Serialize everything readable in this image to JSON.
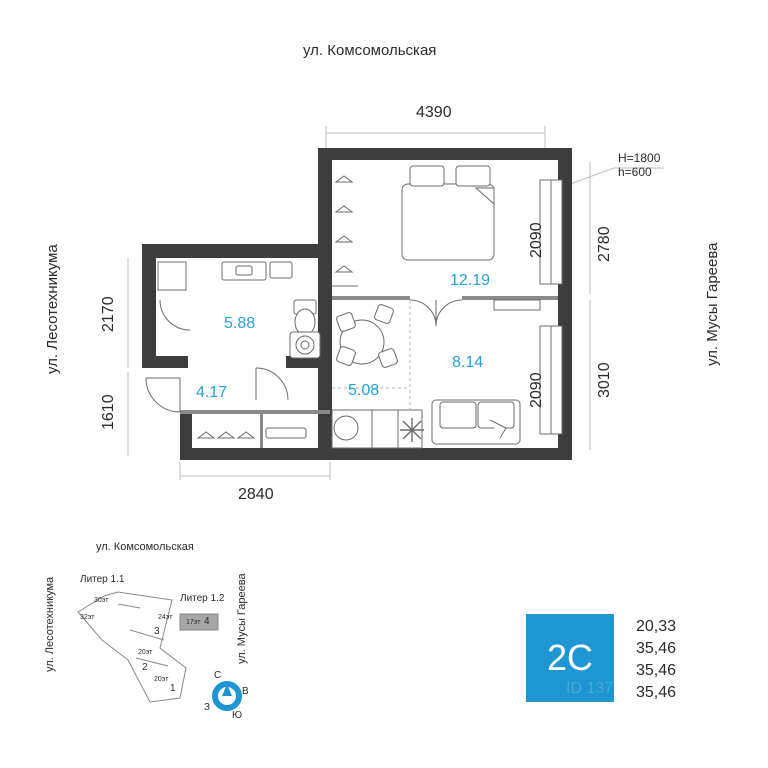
{
  "streets": {
    "top": "ул. Комсомольская",
    "left": "ул. Лесотехникума",
    "right": "ул. Мусы Гареева"
  },
  "dimensions": {
    "top_width": "4390",
    "bottom_width": "2840",
    "left_upper": "2170",
    "left_lower": "1610",
    "right_upper": "2780",
    "right_lower": "3010",
    "bedroom_window": "2090",
    "living_window": "2090",
    "window_h_upper": "H=1800",
    "window_h_lower": "h=600"
  },
  "rooms": {
    "bedroom": "12.19",
    "bathroom": "5.88",
    "hall": "4.17",
    "kitchen": "5.08",
    "living": "8.14"
  },
  "minimap": {
    "street_top": "ул. Комсомольская",
    "street_left": "ул. Лесотехникума",
    "street_right": "ул. Мусы Гареева",
    "liter_1": "Литер 1.1",
    "liter_2": "Литер 1.2",
    "floors_30": "30эт",
    "floors_32": "32эт",
    "floors_24": "24эт",
    "floors_17": "17эт",
    "floors_20a": "20эт",
    "floors_20b": "20эт",
    "section_1": "1",
    "section_2": "2",
    "section_3": "3",
    "section_4": "4",
    "compass_n": "С",
    "compass_e": "В",
    "compass_s": "Ю",
    "compass_w": "З",
    "colors": {
      "highlight": "#a6a6a6",
      "compass": "#1f95d2"
    }
  },
  "badge": {
    "label": "2С",
    "watermark": "ID 137",
    "color": "#1f95d2"
  },
  "stats": [
    "20,33",
    "35,46",
    "35,46",
    "35,46"
  ]
}
